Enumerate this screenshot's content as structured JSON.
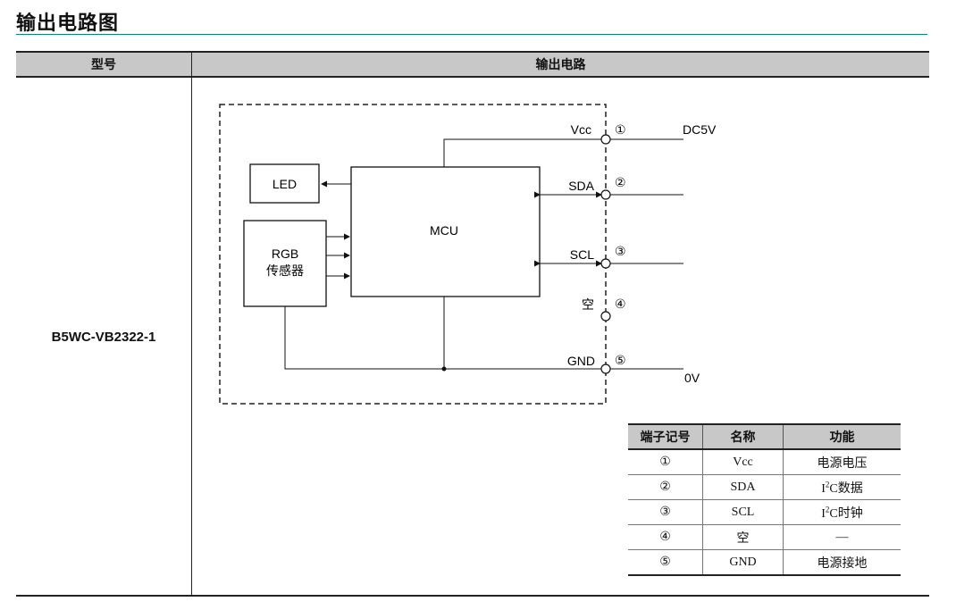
{
  "page": {
    "title": "输出电路图"
  },
  "spec_table": {
    "header_model": "型号",
    "header_circuit": "输出电路",
    "model_value": "B5WC-VB2322-1"
  },
  "circuit": {
    "blocks": {
      "led": "LED",
      "mcu": "MCU",
      "rgb_line1": "RGB",
      "rgb_line2": "传感器"
    },
    "pins": [
      {
        "mark": "①",
        "signal": "Vcc"
      },
      {
        "mark": "②",
        "signal": "SDA"
      },
      {
        "mark": "③",
        "signal": "SCL"
      },
      {
        "mark": "④",
        "signal": "空"
      },
      {
        "mark": "⑤",
        "signal": "GND"
      }
    ],
    "ext_vcc": "DC5V",
    "ext_gnd": "0V"
  },
  "pin_table": {
    "headers": [
      "端子记号",
      "名称",
      "功能"
    ],
    "rows": [
      {
        "mark": "①",
        "name": "Vcc",
        "func": "电源电压"
      },
      {
        "mark": "②",
        "name": "SDA",
        "func_pre": "I",
        "func_sup": "2",
        "func_post": "C数据"
      },
      {
        "mark": "③",
        "name": "SCL",
        "func_pre": "I",
        "func_sup": "2",
        "func_post": "C时钟"
      },
      {
        "mark": "④",
        "name": "空",
        "func": "—"
      },
      {
        "mark": "⑤",
        "name": "GND",
        "func": "电源接地"
      }
    ]
  }
}
